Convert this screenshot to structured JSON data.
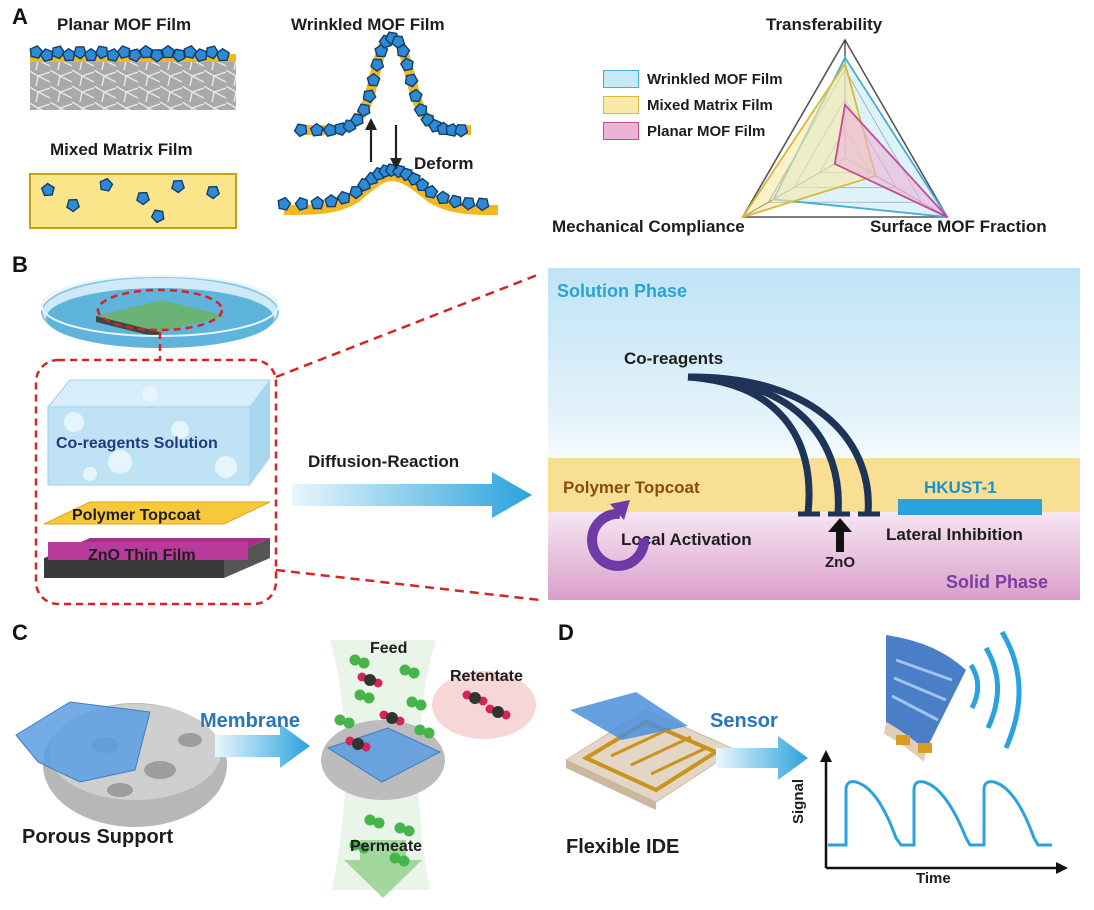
{
  "panels": {
    "a": "A",
    "b": "B",
    "c": "C",
    "d": "D"
  },
  "panel_a": {
    "planar_title": "Planar MOF Film",
    "wrinkled_title": "Wrinkled MOF Film",
    "mixed_title": "Mixed Matrix Film",
    "deform_label": "Deform",
    "radar": {
      "axes": [
        "Transferability",
        "Surface MOF Fraction",
        "Mechanical Compliance"
      ],
      "legend": [
        "Wrinkled MOF Film",
        "Mixed Matrix Film",
        "Planar MOF Film"
      ],
      "colors": {
        "wrinkled": "#9ad7ec",
        "mixed": "#f6e38a",
        "planar": "#e6a0cc"
      }
    }
  },
  "chart_data": {
    "type": "radar",
    "axes": [
      "Transferability",
      "Surface MOF Fraction",
      "Mechanical Compliance"
    ],
    "series": [
      {
        "name": "Wrinkled MOF Film",
        "values": [
          0.85,
          1.0,
          0.7
        ]
      },
      {
        "name": "Mixed Matrix Film",
        "values": [
          0.8,
          0.3,
          1.0
        ]
      },
      {
        "name": "Planar MOF Film",
        "values": [
          0.45,
          1.0,
          0.1
        ]
      }
    ]
  },
  "panel_b": {
    "solution_phase": "Solution Phase",
    "co_reagents": "Co-reagents",
    "polymer_topcoat": "Polymer Topcoat",
    "hkust": "HKUST-1",
    "local_activation": "Local Activation",
    "lateral_inhibition": "Lateral Inhibition",
    "zno": "ZnO",
    "solid_phase": "Solid Phase",
    "diffusion_reaction": "Diffusion-Reaction",
    "co_reagents_solution": "Co-reagents Solution",
    "polymer_topcoat_layer": "Polymer Topcoat",
    "zno_thin_film": "ZnO Thin Film"
  },
  "panel_c": {
    "porous_support": "Porous Support",
    "membrane": "Membrane",
    "feed": "Feed",
    "retentate": "Retentate",
    "permeate": "Permeate"
  },
  "panel_d": {
    "flexible_ide": "Flexible IDE",
    "sensor": "Sensor",
    "signal": "Signal",
    "time": "Time"
  }
}
